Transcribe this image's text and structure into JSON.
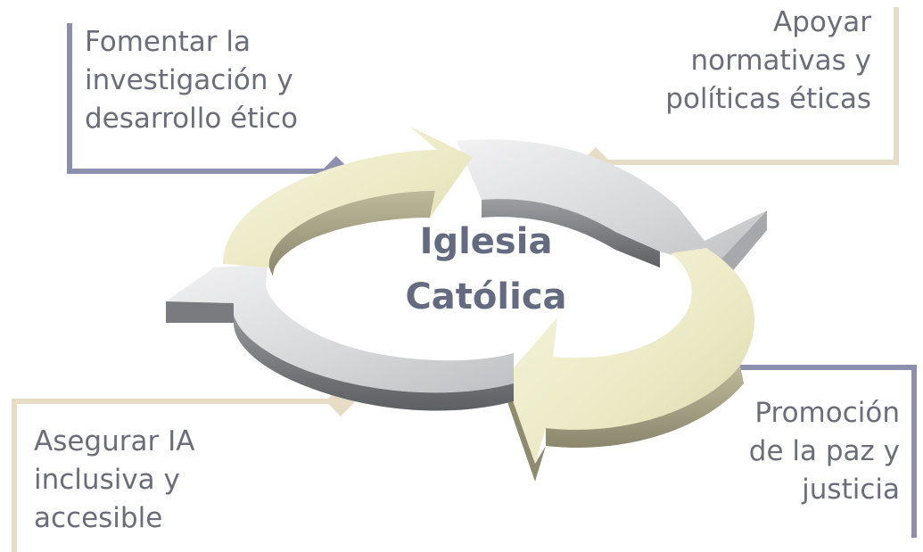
{
  "center": {
    "line1": "Iglesia",
    "line2": "Católica"
  },
  "items": {
    "top_left": {
      "line1": "Fomentar la",
      "line2": "investigación y",
      "line3": "desarrollo ético"
    },
    "top_right": {
      "line1": "Apoyar",
      "line2": "normativas y",
      "line3": "políticas éticas"
    },
    "bottom_left": {
      "line1": "Asegurar IA",
      "line2": "inclusiva y",
      "line3": "accesible"
    },
    "bottom_right": {
      "line1": "Promoción",
      "line2": "de la paz y",
      "line3": "justicia"
    }
  },
  "colors": {
    "slate": "#8c90ad",
    "beige": "#e7dcc6",
    "cream_arrow": "#ecebc4",
    "silver_arrow": "#d0d1d3",
    "text": "#6b6e7a",
    "center_text": "#646a80"
  }
}
